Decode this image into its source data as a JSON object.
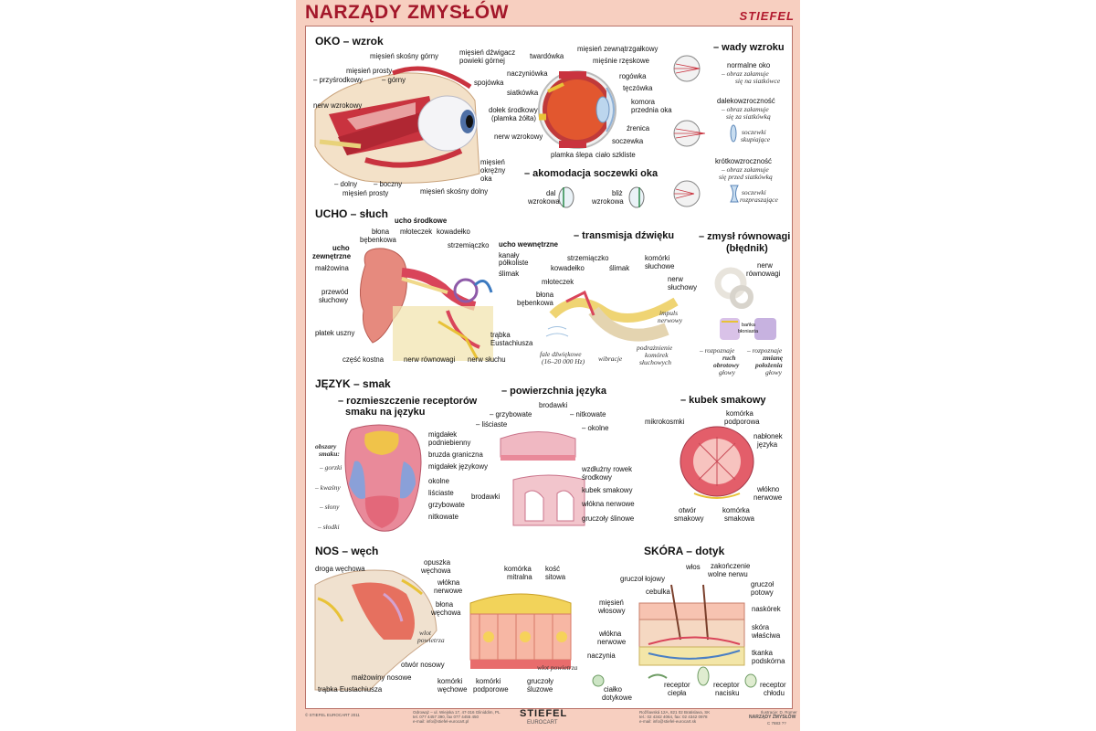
{
  "header": {
    "title": "NARZĄDY ZMYSŁÓW",
    "brand": "STIEFEL"
  },
  "eye": {
    "section": "OKO – wzrok",
    "left_labels": {
      "l1": "mięsień skośny górny",
      "l2": "mięsień dźwigacz",
      "l2b": "powieki górnej",
      "l3": "mięsień prosty",
      "l4": "– przyśrodkowy",
      "l5": "– górny",
      "l6": "spojówka",
      "l7": "nerw wzrokowy",
      "l8": "mięsień",
      "l8b": "okrężny",
      "l8c": "oka",
      "l9": "– dolny",
      "l10": "– boczny",
      "l11": "mięsień prosty",
      "l12": "mięsień skośny dolny"
    },
    "cross": {
      "c1": "mięsień zewnątrzgałkowy",
      "c2": "twardówka",
      "c3": "mięśnie rzęskowe",
      "c4": "naczyniówka",
      "c5": "rogówka",
      "c6": "tęczówka",
      "c7": "siatkówka",
      "c8": "komora",
      "c8b": "przednia oka",
      "c9": "dołek środkowy",
      "c9b": "(plamka żółta)",
      "c10": "źrenica",
      "c11": "nerw wzrokowy",
      "c12": "soczewka",
      "c13": "plamka ślepa",
      "c14": "ciało szkliste"
    },
    "accommodation": {
      "title": "– akomodacja soczewki oka",
      "far1": "dal",
      "far2": "wzrokowa",
      "near1": "bliż",
      "near2": "wzrokowa"
    },
    "defects": {
      "title": "– wady wzroku",
      "n1": "normalne oko",
      "n2": "– obraz załamuje",
      "n3": "się na siatkówce",
      "h1": "dalekowzroczność",
      "h2": "– obraz załamuje",
      "h3": "się za siatkówką",
      "h4": "soczewki",
      "h5": "skupiające",
      "m1": "krótkowzroczność",
      "m2": "– obraz załamuje",
      "m3": "się przed siatkówką",
      "m4": "soczewki",
      "m5": "rozpraszające"
    }
  },
  "ear": {
    "section": "UCHO – słuch",
    "labels": {
      "middle": "ucho środkowe",
      "outer1": "ucho",
      "outer2": "zewnętrzne",
      "inner": "ucho wewnętrzne",
      "a1": "błona",
      "a1b": "bębenkowa",
      "a2": "młoteczek",
      "a3": "kowadełko",
      "a4": "strzemiączko",
      "a5": "kanały",
      "a5b": "półkoliste",
      "a6": "małżowina",
      "a7": "ślimak",
      "a8": "przewód",
      "a8b": "słuchowy",
      "a9": "płatek uszny",
      "a10": "trąbka",
      "a10b": "Eustachiusza",
      "a11": "część kostna",
      "a12": "nerw równowagi",
      "a13": "nerw słuchu"
    },
    "transmission": {
      "title": "– transmisja dźwięku",
      "t1": "strzemiączko",
      "t2": "kowadełko",
      "t3": "ślimak",
      "t4": "komórki",
      "t4b": "słuchowe",
      "t5": "młoteczek",
      "t6": "nerw",
      "t6b": "słuchowy",
      "t7": "błona",
      "t7b": "bębenkowa",
      "t8": "impuls",
      "t8b": "nerwowy",
      "t9": "fale dźwiękowe",
      "t9b": "(16–20 000 Hz)",
      "t10": "wibracje",
      "t11": "podrażnienie",
      "t11b": "komórek",
      "t11c": "słuchowych"
    },
    "balance": {
      "title1": "– zmysł równowagi",
      "title2": "(błędnik)",
      "b1": "nerw",
      "b1b": "równowagi",
      "b2": "bańka",
      "b2b": "błoniasta",
      "r1": "– rozpoznaje",
      "r2": "ruch",
      "r3": "obrotowy",
      "r4": "głowy",
      "s1": "– rozpoznaje",
      "s2": "zmianę",
      "s3": "położenia",
      "s4": "głowy"
    }
  },
  "tongue": {
    "section": "JĘZYK – smak",
    "receptors1": "– rozmieszczenie receptorów",
    "receptors2": "smaku na języku",
    "areas": {
      "title1": "obszary",
      "title2": "smaku:",
      "bitter": "– gorzki",
      "sour": "– kwaśny",
      "salty": "– słony",
      "sweet": "– słodki"
    },
    "labels": {
      "g1": "migdałek",
      "g1b": "podniebienny",
      "g2": "bruzda graniczna",
      "g3": "migdałek językowy",
      "g4": "okolne",
      "g5": "liściaste",
      "g6": "grzybowate",
      "g7": "nitkowate",
      "g8": "brodawki"
    },
    "surface": {
      "title": "– powierzchnia języka",
      "s1": "brodawki",
      "s2": "– grzybowate",
      "s3": "– nitkowate",
      "s4": "– liściaste",
      "s5": "– okolne",
      "s6": "wzdłużny rowek",
      "s6b": "środkowy",
      "s7": "kubek smakowy",
      "s8": "włókna nerwowe",
      "s9": "gruczoły ślinowe"
    },
    "bud": {
      "title": "– kubek smakowy",
      "k1": "mikrokosmki",
      "k2": "komórka",
      "k2b": "podporowa",
      "k3": "nabłonek",
      "k3b": "języka",
      "k4": "włókno",
      "k4b": "nerwowe",
      "k5": "otwór",
      "k5b": "smakowy",
      "k6": "komórka",
      "k6b": "smakowa"
    }
  },
  "nose": {
    "section": "NOS – węch",
    "labels": {
      "n1": "droga węchowa",
      "n2": "opuszka",
      "n2b": "węchowa",
      "n3": "włókna",
      "n3b": "nerwowe",
      "n4": "błona",
      "n4b": "węchowa",
      "n5": "wlot",
      "n5b": "powietrza",
      "n6": "otwór nosowy",
      "n7": "małżowiny nosowe",
      "n8": "trąbka Eustachiusza",
      "n9": "komórka",
      "n9b": "mitralna",
      "n10": "kość",
      "n10b": "sitowa",
      "n11": "komórki",
      "n11b": "węchowe",
      "n12": "komórki",
      "n12b": "podporowe",
      "n13": "gruczoły",
      "n13b": "śluzowe",
      "n14": "wlot powietrza"
    }
  },
  "skin": {
    "section": "SKÓRA – dotyk",
    "labels": {
      "k1": "włos",
      "k2": "zakończenie",
      "k2b": "wolne nerwu",
      "k3": "gruczoł łojowy",
      "k4": "cebulka",
      "k5": "gruczoł",
      "k5b": "potowy",
      "k6": "mięsień",
      "k6b": "włosowy",
      "k7": "naskórek",
      "k8": "skóra",
      "k8b": "właściwa",
      "k9": "włókna",
      "k9b": "nerwowe",
      "k10": "tkanka",
      "k10b": "podskórna",
      "k11": "naczynia",
      "r1": "ciałko",
      "r1b": "dotykowe",
      "r2": "receptor",
      "r2b": "ciepła",
      "r3": "receptor",
      "r3b": "nacisku",
      "r4": "receptor",
      "r4b": "chłodu"
    }
  },
  "footer": {
    "copyright": "© STIEFEL EUROCART 2011",
    "addr1": "Odrowąż – ul. Wiejska 17, 47-316 Gliniddim, PL",
    "addr2": "tel. 077 4457 390, fax 077 4455 450",
    "addr3": "e-mail: info@stiefel-eurocart.pl",
    "brand1": "STIEFEL",
    "brand2": "EUROCART",
    "addr4": "Rožňavská 12A, 821 02 Bratislava, SK",
    "addr5": "tel.: 02 4342 4064, fax: 02 4342 0978",
    "addr6": "e-mail: info@stiefel-eurocart.sk",
    "credit": "Ilustracje: D. Romer",
    "product": "NARZĄDY ZMYSŁÓW",
    "code": "C 7883 ??"
  },
  "colors": {
    "accent": "#a3172a",
    "frame": "#f7cfc0",
    "tissue": "#d9455a",
    "bone": "#f2e4b0"
  }
}
